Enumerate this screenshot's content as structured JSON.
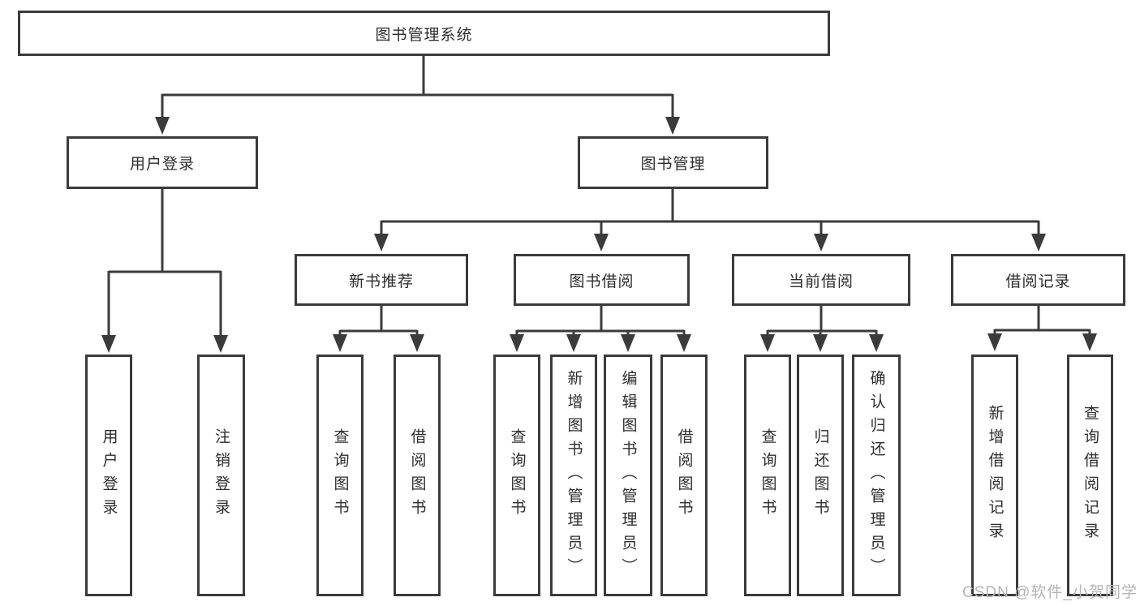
{
  "diagram": {
    "root": "图书管理系统",
    "level2": {
      "user_login": "用户登录",
      "book_management": "图书管理"
    },
    "user_login_children": [
      "用户登录",
      "注销登录"
    ],
    "level3": [
      "新书推荐",
      "图书借阅",
      "当前借阅",
      "借阅记录"
    ],
    "new_book_children": [
      "查询图书",
      "借阅图书"
    ],
    "book_borrow_children": [
      "查询图书",
      "新增图书（管理员）",
      "编辑图书（管理员）",
      "借阅图书"
    ],
    "current_borrow_children": [
      "查询图书",
      "归还图书",
      "确认归还（管理员）"
    ],
    "borrow_record_children": [
      "新增借阅记录",
      "查询借阅记录"
    ]
  },
  "watermark": "CSDN @软件_小贺同学",
  "colors": {
    "line": "#3b3b3b",
    "box_border": "#3b3b3b",
    "box_fill": "#ffffff",
    "text": "#2d2d2d",
    "watermark": "#b5b3b6",
    "background": "#ffffff"
  }
}
